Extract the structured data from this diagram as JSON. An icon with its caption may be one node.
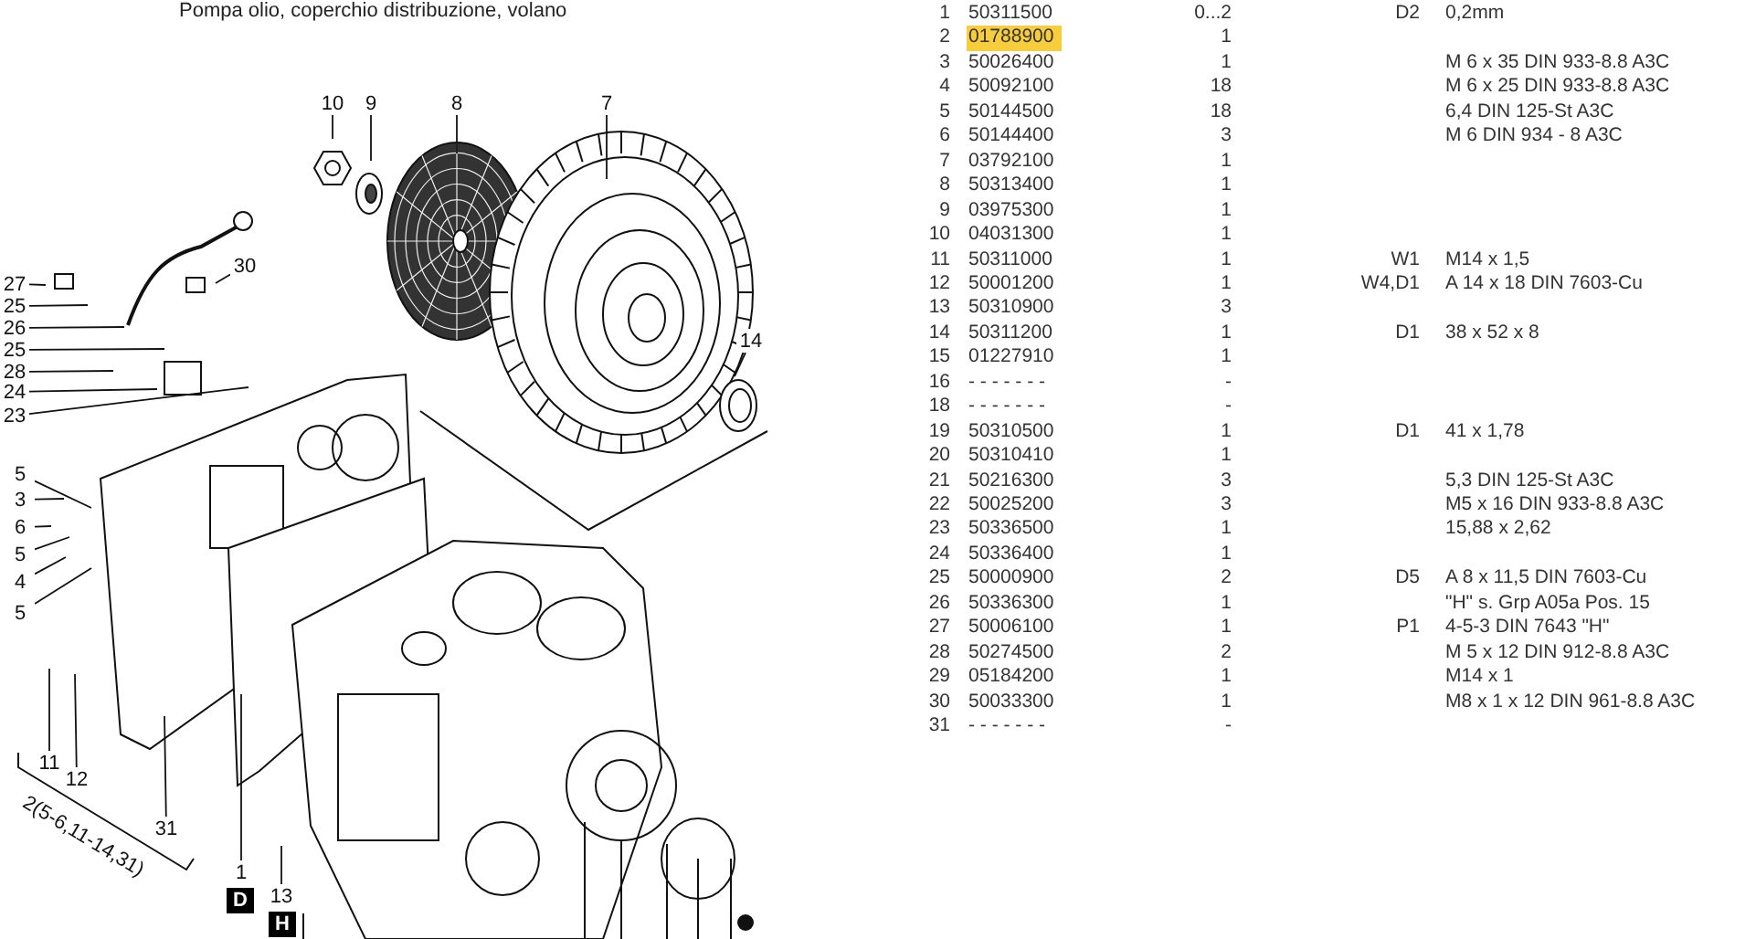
{
  "diagram": {
    "title": "Pompa olio, coperchio distribuzione, volano",
    "nodes": [
      {
        "text": [
          "10"
        ]
      },
      {
        "text": [
          "9"
        ]
      },
      {
        "text": [
          "8"
        ]
      },
      {
        "text": [
          "7"
        ]
      },
      {
        "text": [
          "30"
        ]
      },
      {
        "text": [
          "27"
        ]
      },
      {
        "text": [
          "25"
        ]
      },
      {
        "text": [
          "26"
        ]
      },
      {
        "text": [
          "25"
        ]
      },
      {
        "text": [
          "28"
        ]
      },
      {
        "text": [
          "24"
        ]
      },
      {
        "text": [
          "23"
        ]
      },
      {
        "text": [
          "14"
        ]
      },
      {
        "text": [
          "5"
        ]
      },
      {
        "text": [
          "3"
        ]
      },
      {
        "text": [
          "6"
        ]
      },
      {
        "text": [
          "5"
        ]
      },
      {
        "text": [
          "4"
        ]
      },
      {
        "text": [
          "5"
        ]
      },
      {
        "text": [
          "11"
        ]
      },
      {
        "text": [
          "12"
        ]
      },
      {
        "text": [
          "31"
        ]
      },
      {
        "text": [
          "1"
        ]
      },
      {
        "text": [
          "13"
        ]
      }
    ],
    "edges": [
      {
        "from": 0,
        "to": null,
        "arrow": "none"
      },
      {
        "from": 1,
        "to": null,
        "arrow": "none"
      },
      {
        "from": 2,
        "to": null,
        "arrow": "none"
      },
      {
        "from": 3,
        "to": null,
        "arrow": "none"
      },
      {
        "from": 4,
        "to": null,
        "arrow": "none"
      },
      {
        "from": 5,
        "to": null,
        "arrow": "none"
      },
      {
        "from": 6,
        "to": null,
        "arrow": "none"
      },
      {
        "from": 7,
        "to": null,
        "arrow": "none"
      },
      {
        "from": 8,
        "to": null,
        "arrow": "none"
      },
      {
        "from": 9,
        "to": null,
        "arrow": "none"
      },
      {
        "from": 10,
        "to": null,
        "arrow": "none"
      },
      {
        "from": 11,
        "to": null,
        "arrow": "none"
      },
      {
        "from": 12,
        "to": null,
        "arrow": "none"
      },
      {
        "from": 13,
        "to": null,
        "arrow": "none"
      },
      {
        "from": 14,
        "to": null,
        "arrow": "none"
      },
      {
        "from": 15,
        "to": null,
        "arrow": "none"
      },
      {
        "from": 16,
        "to": null,
        "arrow": "none"
      },
      {
        "from": 17,
        "to": null,
        "arrow": "none"
      },
      {
        "from": 18,
        "to": null,
        "arrow": "none"
      },
      {
        "from": 19,
        "to": null,
        "arrow": "none"
      },
      {
        "from": 20,
        "to": null,
        "arrow": "none"
      },
      {
        "from": 21,
        "to": null,
        "arrow": "none"
      },
      {
        "from": 22,
        "to": null,
        "arrow": "none"
      },
      {
        "from": 23,
        "to": null,
        "arrow": "none"
      }
    ],
    "labels": [
      "2(5-6,11-14,31)",
      "D",
      "H",
      "1",
      "50311500",
      "0...2",
      "D2",
      "0,2mm",
      "2",
      "01788900",
      "1",
      "3",
      "50026400",
      "1",
      "M 6 x 35 DIN 933-8.8 A3C",
      "4",
      "50092100",
      "18",
      "M 6 x 25 DIN 933-8.8 A3C",
      "5",
      "50144500",
      "18",
      "6,4 DIN 125-St A3C",
      "6",
      "50144400",
      "3",
      "M 6 DIN 934 - 8 A3C",
      "7",
      "03792100",
      "1",
      "8",
      "50313400",
      "1",
      "9",
      "03975300",
      "1",
      "10",
      "04031300",
      "1",
      "11",
      "50311000",
      "1",
      "W1",
      "M14 x 1,5",
      "12",
      "50001200",
      "1",
      "W4,D1",
      "A 14 x 18 DIN 7603-Cu",
      "13",
      "50310900",
      "3",
      "14",
      "50311200",
      "1",
      "D1",
      "38 x 52 x 8",
      "15",
      "01227910",
      "1",
      "16",
      "- - - - - - -",
      "-",
      "18",
      "- - - - - - -",
      "-",
      "19",
      "50310500",
      "1",
      "D1",
      "41 x 1,78",
      "20",
      "50310410",
      "1",
      "21",
      "50216300",
      "3",
      "5,3 DIN 125-St A3C",
      "22",
      "50025200",
      "3",
      "M5 x 16 DIN 933-8.8 A3C",
      "23",
      "50336500",
      "1",
      "15,88 x 2,62",
      "24",
      "50336400",
      "1",
      "25",
      "50000900",
      "2",
      "D5",
      "A 8 x 11,5 DIN 7603-Cu",
      "26",
      "50336300",
      "1",
      "\"H\" s. Grp A05a Pos. 15",
      "27",
      "50006100",
      "1",
      "P1",
      "4-5-3 DIN 7643 \"H\"",
      "28",
      "50274500",
      "2",
      "M 5 x 12 DIN 912-8.8 A3C",
      "29",
      "05184200",
      "1",
      "M14 x 1",
      "30",
      "50033300",
      "1",
      "M8 x 1 x 12 DIN 961-8.8 A3C",
      "31",
      "- - - - - - -",
      "-"
    ]
  }
}
